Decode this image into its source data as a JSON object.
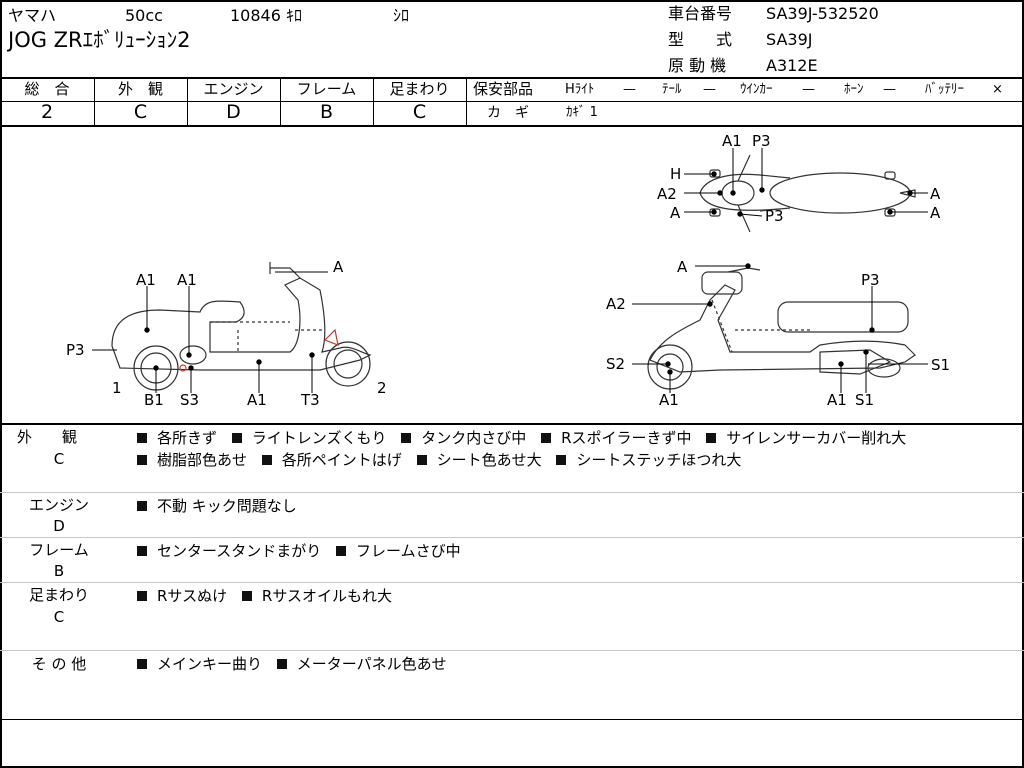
{
  "header": {
    "maker": "ヤマハ",
    "displacement": "50cc",
    "mileage": "10846 ｷﾛ",
    "color": "ｼﾛ",
    "model_name": "JOG ZRｴﾎﾞﾘｭｰｼｮﾝ2",
    "frame_no_label": "車台番号",
    "frame_no": "SA39J-532520",
    "model_label": "型　　式",
    "model": "SA39J",
    "engine_label": "原 動 機",
    "engine": "A312E"
  },
  "grades": [
    {
      "label": "総　合",
      "value": "2"
    },
    {
      "label": "外　観",
      "value": "C"
    },
    {
      "label": "エンジン",
      "value": "D"
    },
    {
      "label": "フレーム",
      "value": "B"
    },
    {
      "label": "足まわり",
      "value": "C"
    }
  ],
  "safety": {
    "label": "保安部品",
    "items": [
      {
        "name": "Hﾗｲﾄ",
        "mark": "—"
      },
      {
        "name": "ﾃｰﾙ",
        "mark": "—"
      },
      {
        "name": "ｳｲﾝｶｰ",
        "mark": "—"
      },
      {
        "name": "ﾎｰﾝ",
        "mark": "—"
      },
      {
        "name": "ﾊﾞｯﾃﾘｰ",
        "mark": "×"
      }
    ],
    "key_label": "カ　ギ",
    "key_value": "ｶｷﾞ 1"
  },
  "diagram": {
    "left": {
      "labels": [
        "A",
        "A1",
        "A1",
        "P3",
        "1",
        "B1",
        "S3",
        "A1",
        "T3",
        "2"
      ]
    },
    "right": {
      "labels": [
        "A",
        "A2",
        "P3",
        "S2",
        "A1",
        "A1",
        "S1",
        "S1"
      ]
    },
    "top": {
      "labels": [
        "A1",
        "P3",
        "H",
        "A2",
        "A",
        "P3",
        "A",
        "A"
      ]
    }
  },
  "sections": [
    {
      "title": "外　　観",
      "grade": "C",
      "lines": [
        [
          "各所きず",
          "ライトレンズくもり",
          "タンク内さび中",
          "Rスポイラーきず中",
          "サイレンサーカバー削れ大"
        ],
        [
          "樹脂部色あせ",
          "各所ペイントはげ",
          "シート色あせ大",
          "シートステッチほつれ大"
        ]
      ]
    },
    {
      "title": "エンジン",
      "grade": "D",
      "lines": [
        [
          "不動 キック問題なし"
        ]
      ]
    },
    {
      "title": "フレーム",
      "grade": "B",
      "lines": [
        [
          "センタースタンドまがり",
          "フレームさび中"
        ]
      ]
    },
    {
      "title": "足まわり",
      "grade": "C",
      "lines": [
        [
          "Rサスぬけ",
          "Rサスオイルもれ大"
        ]
      ]
    },
    {
      "title": "そ の 他",
      "grade": "",
      "lines": [
        [
          "メインキー曲り",
          "メーターパネル色あせ"
        ]
      ]
    }
  ]
}
